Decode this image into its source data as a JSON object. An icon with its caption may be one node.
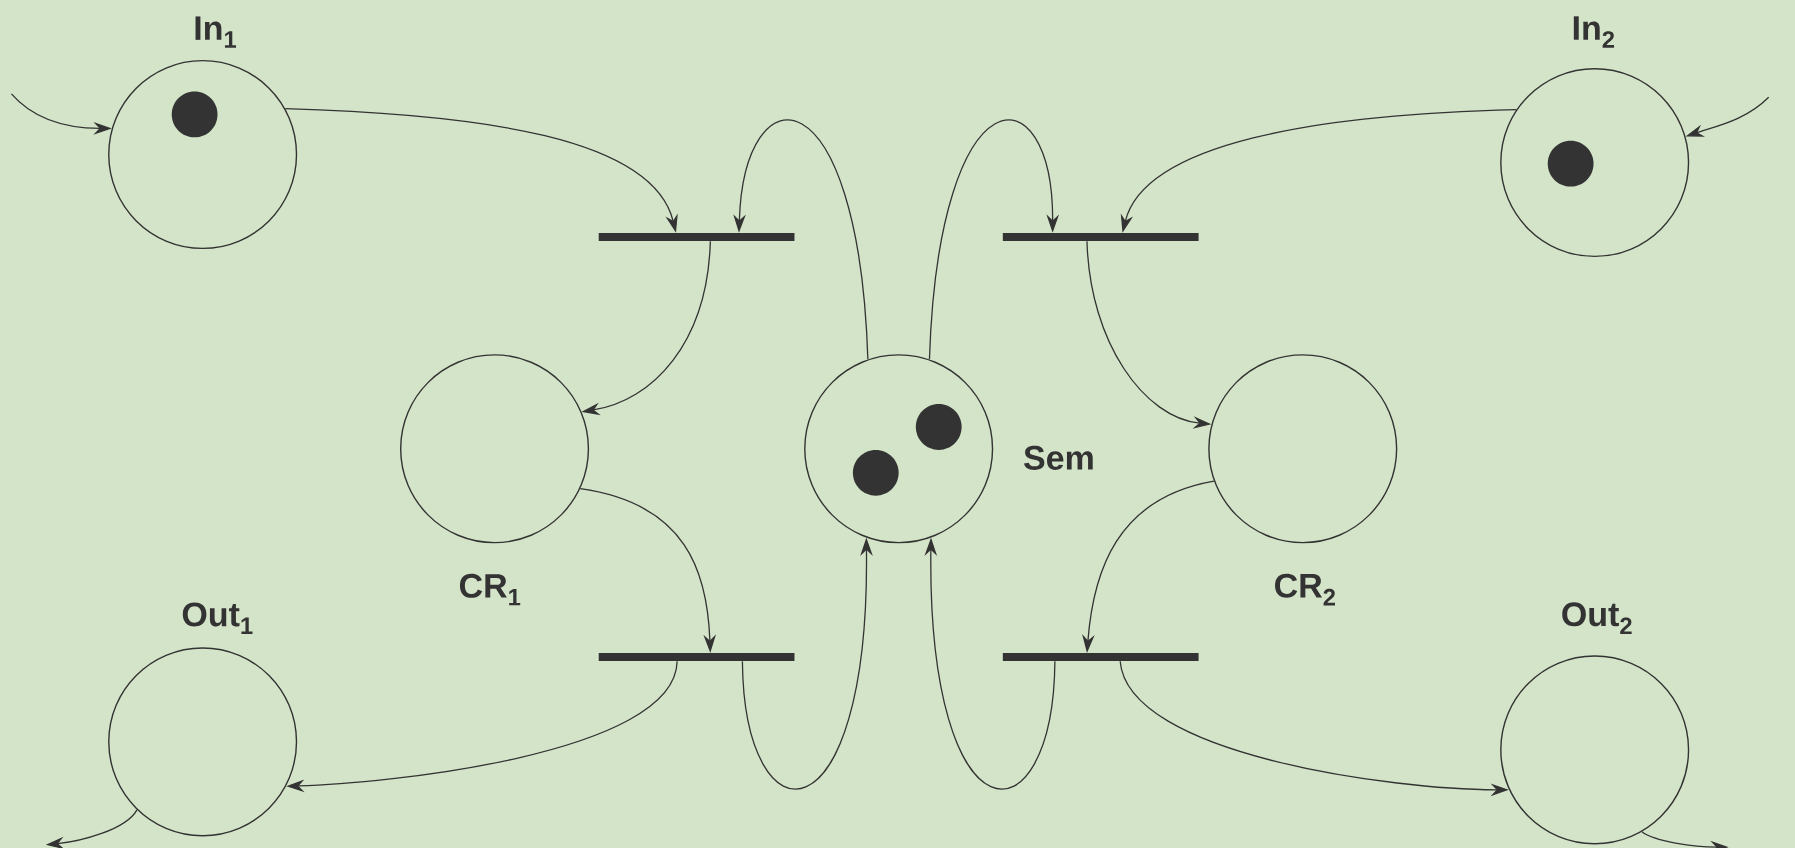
{
  "diagram": {
    "nodes": [
      {
        "text": [
          "In$_{1}$"
        ]
      },
      {
        "text": [
          "In$_{2}$"
        ]
      },
      {
        "text": [],
        "shape": "bar"
      },
      {
        "text": [],
        "shape": "bar"
      },
      {
        "text": [
          "CR$_{1}$"
        ]
      },
      {
        "text": [
          "Sem"
        ]
      },
      {
        "text": [
          "CR$_{2}$"
        ]
      },
      {
        "text": [
          "Out$_{1}$"
        ]
      },
      {
        "text": [],
        "shape": "bar"
      },
      {
        "text": [],
        "shape": "bar"
      },
      {
        "text": [
          "Out$_{2}$"
        ]
      }
    ],
    "edges": [
      {
        "from": null,
        "to": 0,
        "arrow": "to"
      },
      {
        "from": null,
        "to": 1,
        "arrow": "to"
      },
      {
        "from": 0,
        "to": 2,
        "arrow": "to"
      },
      {
        "from": 5,
        "to": 2,
        "arrow": "to"
      },
      {
        "from": 2,
        "to": 4,
        "arrow": "to"
      },
      {
        "from": 1,
        "to": 3,
        "arrow": "to"
      },
      {
        "from": 5,
        "to": 3,
        "arrow": "to"
      },
      {
        "from": 3,
        "to": 6,
        "arrow": "to"
      },
      {
        "from": 4,
        "to": 8,
        "arrow": "to"
      },
      {
        "from": 8,
        "to": 7,
        "arrow": "to"
      },
      {
        "from": 8,
        "to": 5,
        "arrow": "to"
      },
      {
        "from": 6,
        "to": 9,
        "arrow": "to"
      },
      {
        "from": 9,
        "to": 10,
        "arrow": "to"
      },
      {
        "from": 9,
        "to": 5,
        "arrow": "to"
      },
      {
        "from": 7,
        "to": null,
        "arrow": "to"
      },
      {
        "from": 10,
        "to": null,
        "arrow": "to"
      }
    ]
  }
}
